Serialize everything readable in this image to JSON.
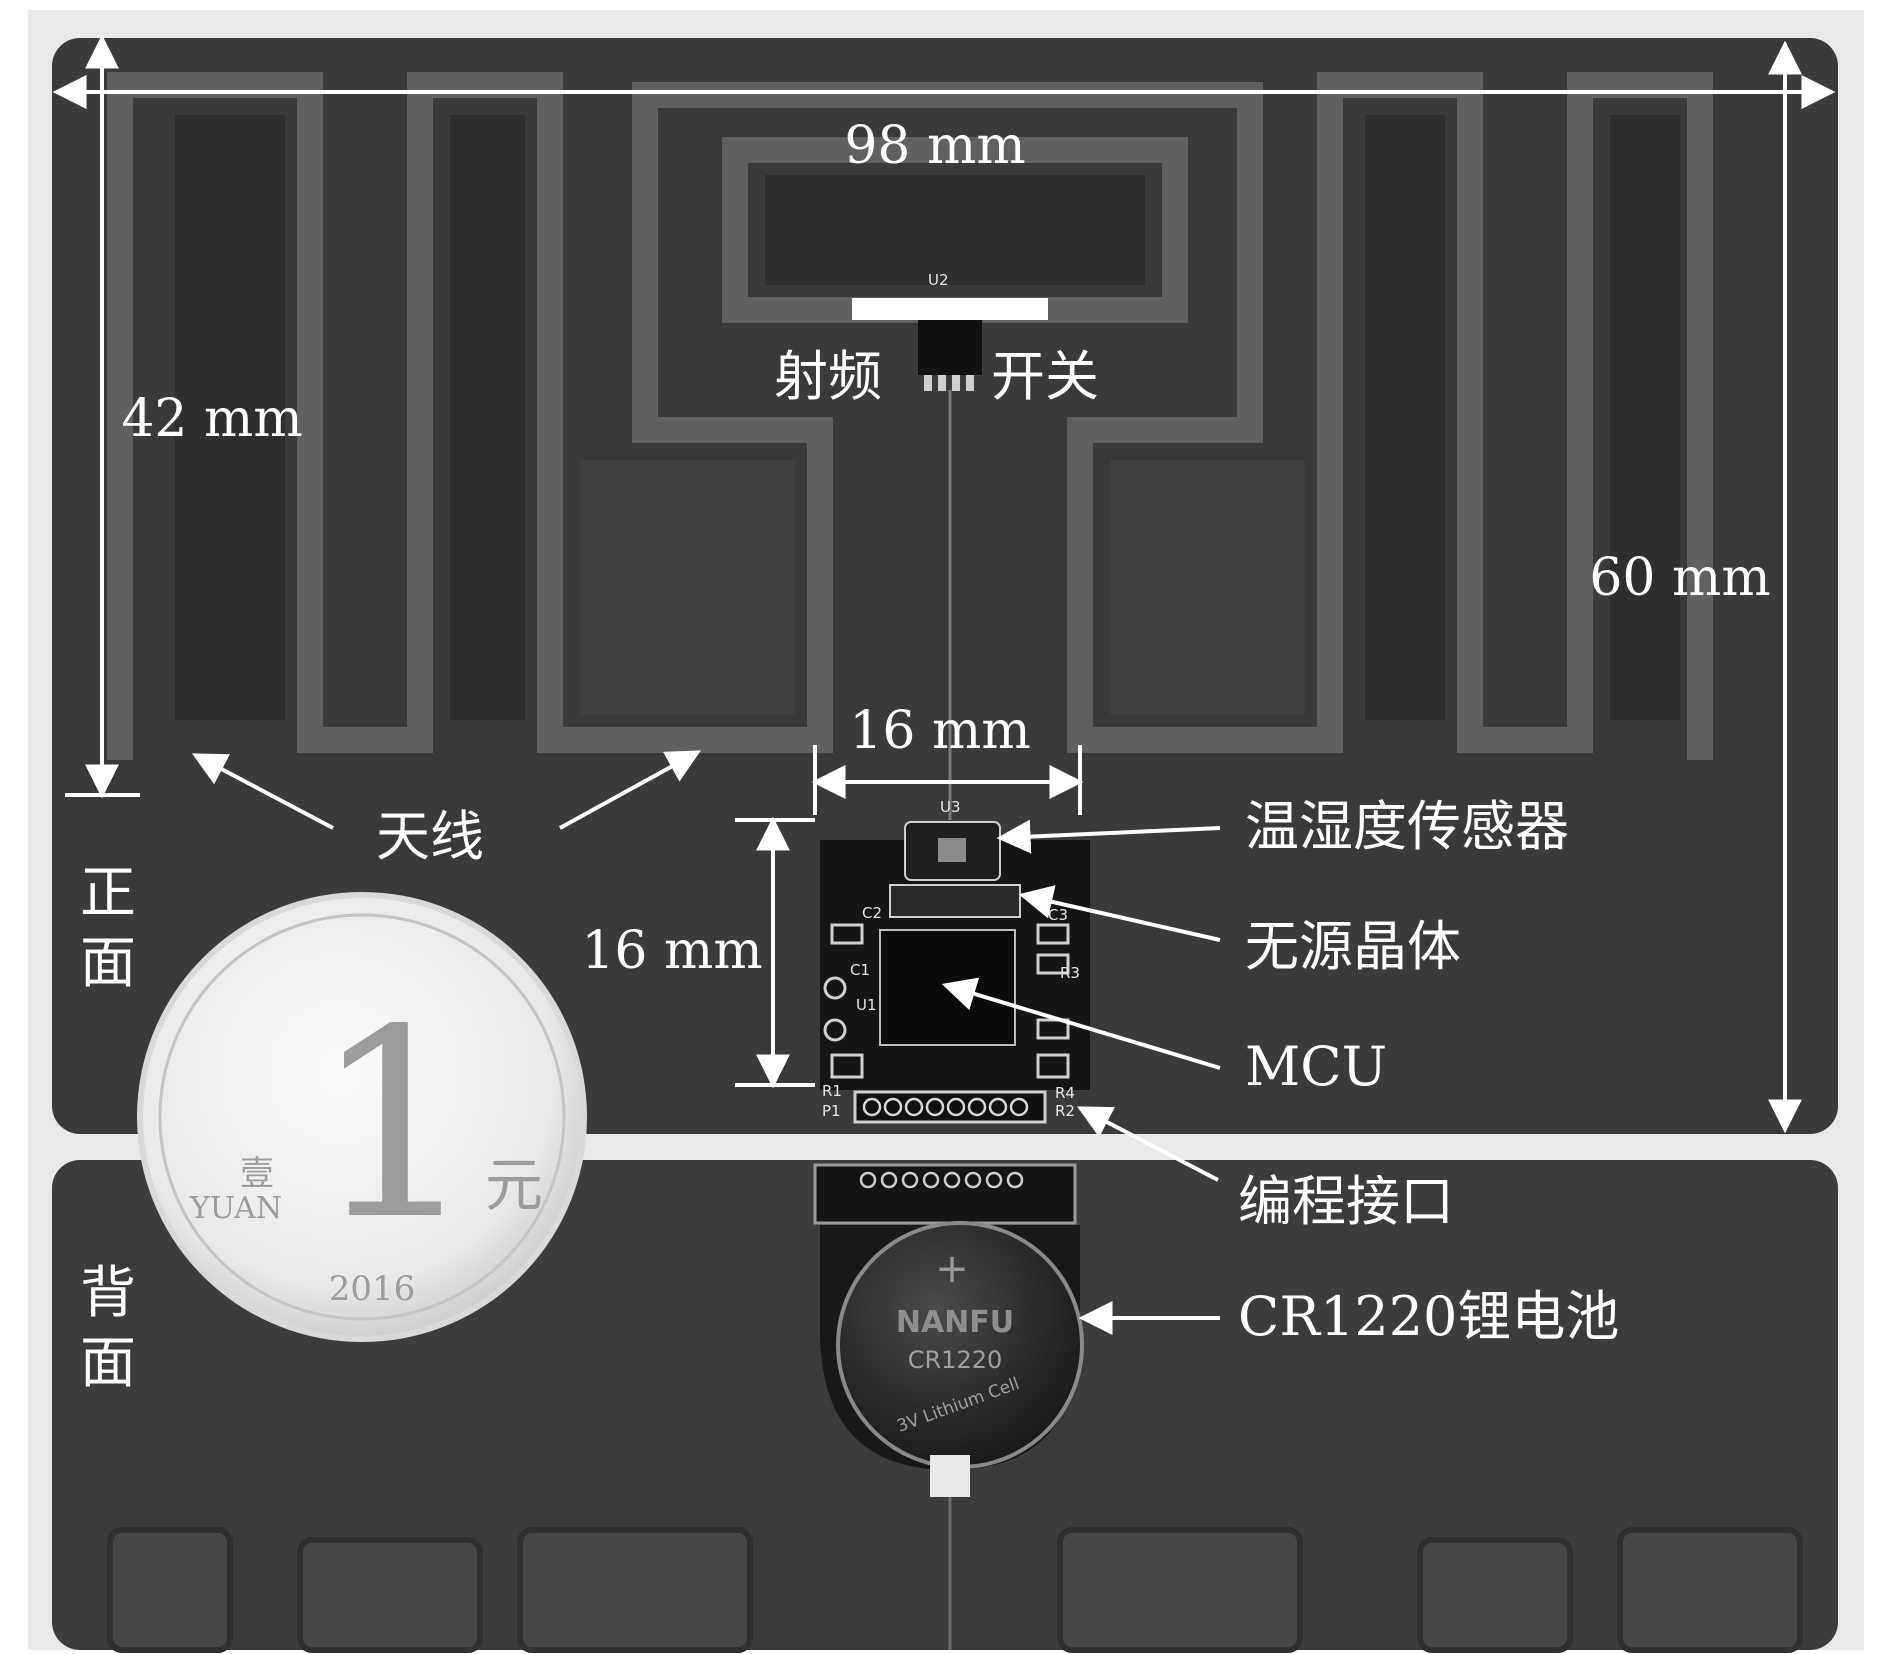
{
  "dimensions": {
    "width": "98 mm",
    "height": "60 mm",
    "antenna_height": "42 mm",
    "module_width": "16 mm",
    "module_height": "16 mm"
  },
  "labels": {
    "rf_switch_left": "射频",
    "rf_switch_right": "开关",
    "antenna": "天线",
    "sensor": "温湿度传感器",
    "crystal": "无源晶体",
    "mcu": "MCU",
    "programming_port": "编程接口",
    "battery": "CR1220锂电池"
  },
  "sides": {
    "front_1": "正",
    "front_2": "面",
    "back_1": "背",
    "back_2": "面"
  },
  "silkscreen": {
    "u2": "U2",
    "u3": "U3",
    "u1": "U1",
    "c1": "C1",
    "c2": "C2",
    "c3": "C3",
    "r1": "R1",
    "r2": "R2",
    "r3": "R3",
    "r4": "R4",
    "p1": "P1"
  },
  "coin": {
    "value": "1",
    "unit": "元",
    "pinyin": "YUAN",
    "yi": "壹",
    "year": "2016"
  },
  "battery_text": {
    "polarity": "+",
    "brand": "NANFU",
    "model": "CR1220",
    "description": "3V Lithium Cell"
  },
  "colors": {
    "board": "#3a3a3a",
    "trace": "#5e5e5e",
    "label": "#ffffff",
    "background": "#ffffff"
  }
}
